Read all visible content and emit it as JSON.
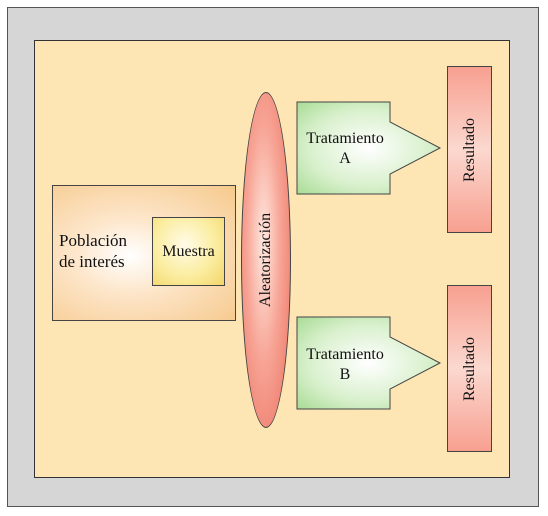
{
  "diagram": {
    "population": {
      "line1": "Población",
      "line2": "de interés"
    },
    "sample": {
      "label": "Muestra"
    },
    "randomization": {
      "label": "Aleatorización"
    },
    "treatments": [
      {
        "line1": "Tratamiento",
        "line2": "A"
      },
      {
        "line1": "Tratamiento",
        "line2": "B"
      }
    ],
    "results": [
      {
        "label": "Resultado"
      },
      {
        "label": "Resultado"
      }
    ]
  },
  "colors": {
    "background_panel": "#fde6b4",
    "frame": "#d6d6d6",
    "arrow_fill": "#bfe6b0",
    "arrow_stroke": "#444444",
    "ellipse_fill": "#ec6e5e",
    "result_fill": "#f7a090"
  }
}
